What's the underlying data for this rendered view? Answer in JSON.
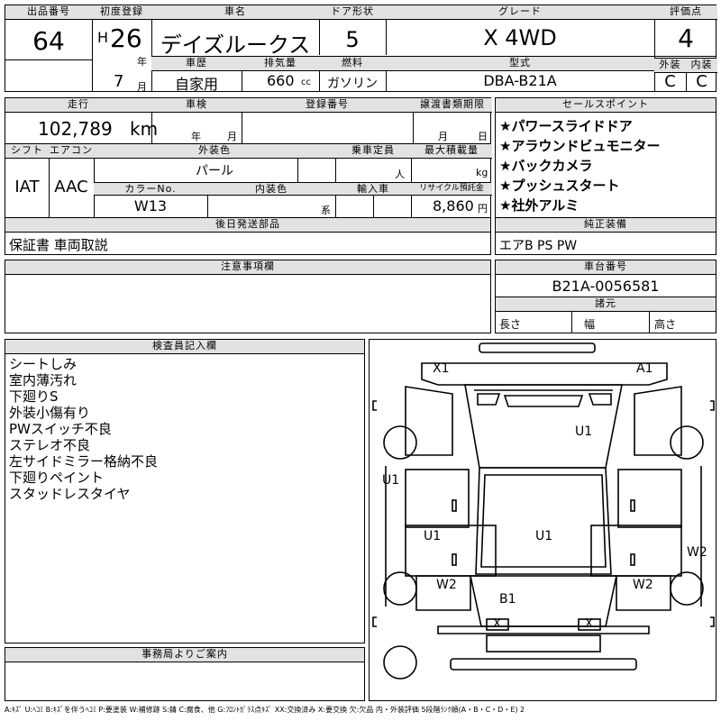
{
  "lot": {
    "label": "出品番号",
    "value": "64"
  },
  "first_reg": {
    "label": "初度登録",
    "era": "H",
    "year": "26",
    "year_unit": "年",
    "month": "7",
    "month_unit": "月"
  },
  "car_name": {
    "label": "車名",
    "value": "デイズルークス"
  },
  "door": {
    "label": "ドア形状",
    "value": "5"
  },
  "grade": {
    "label": "グレード",
    "value": "X 4WD"
  },
  "score": {
    "label": "評価点",
    "value": "4"
  },
  "history": {
    "label": "車歴",
    "value": "自家用"
  },
  "displacement": {
    "label": "排気量",
    "value": "660",
    "unit": "cc"
  },
  "fuel": {
    "label": "燃料",
    "value": "ガソリン"
  },
  "model": {
    "label": "型式",
    "value": "DBA-B21A"
  },
  "exterior_grade": {
    "label": "外装",
    "value": "C"
  },
  "interior_grade": {
    "label": "内装",
    "value": "C"
  },
  "mileage": {
    "label": "走行",
    "value": "102,789",
    "unit": "km"
  },
  "inspection": {
    "label": "車検",
    "year_unit": "年",
    "month_unit": "月"
  },
  "reg_no": {
    "label": "登録番号"
  },
  "transfer": {
    "label": "譲渡書類期限",
    "month_unit": "月",
    "day_unit": "日"
  },
  "shift": {
    "label": "シフト",
    "value": "IAT"
  },
  "aircon": {
    "label": "エアコン",
    "value": "AAC"
  },
  "color": {
    "label": "外装色",
    "value": "パール"
  },
  "capacity": {
    "label": "乗車定員",
    "unit": "人"
  },
  "load": {
    "label": "最大積載量",
    "unit": "kg"
  },
  "color_no": {
    "label": "カラーNo.",
    "value": "W13"
  },
  "int_color": {
    "label": "内装色",
    "unit": "系"
  },
  "import": {
    "label": "輸入車"
  },
  "recycle": {
    "label": "リサイクル預託金",
    "value": "8,860",
    "unit": "円"
  },
  "selling_points": {
    "label": "セールスポイント",
    "items": [
      "★パワースライドドア",
      "★アラウンドビュモニター",
      "★バックカメラ",
      "★プッシュスタート",
      "★社外アルミ"
    ]
  },
  "later_parts": {
    "label": "後日発送部品",
    "value": "保証書 車両取説"
  },
  "standard_equip": {
    "label": "純正装備",
    "value": "エアB PS PW"
  },
  "notes": {
    "label": "注意事項欄"
  },
  "chassis": {
    "label": "車台番号",
    "value": "B21A-0056581"
  },
  "specs": {
    "label": "諸元",
    "length": "長さ",
    "width": "幅",
    "height": "高さ"
  },
  "inspector": {
    "label": "検査員記入欄",
    "lines": [
      "シートしみ",
      "室内薄汚れ",
      "下廻りS",
      "外装小傷有り",
      "PWスイッチ不良",
      "ステレオ不良",
      "左サイドミラー格納不良",
      "下廻りペイント",
      "スタッドレスタイヤ"
    ]
  },
  "office": {
    "label": "事務局よりご案内"
  },
  "diagram_marks": {
    "x1": "X1",
    "a1": "A1",
    "u1_hood": "U1",
    "u1_left": "U1",
    "u1_roof": "U1",
    "u1_rear_left": "U1",
    "w2_right": "W2",
    "w2_left_rear": "W2",
    "w2_right_rear": "W2",
    "b1": "B1",
    "x_left": "X",
    "x_right": "X"
  },
  "legend": "A:ｷｽﾞ U:ﾍｺﾐ B:ｷｽﾞを伴うﾍｺﾐ P:要塗装 W:補修跡 S:錆 C:腐食、他 G:ﾌﾛﾝﾄｶﾞﾗｽ点ｷｽﾞ XX:交換済み X:要交換 欠:欠品 内・外装評価 5段階ﾗﾝｸ順(A・B・C・D・E) 2"
}
